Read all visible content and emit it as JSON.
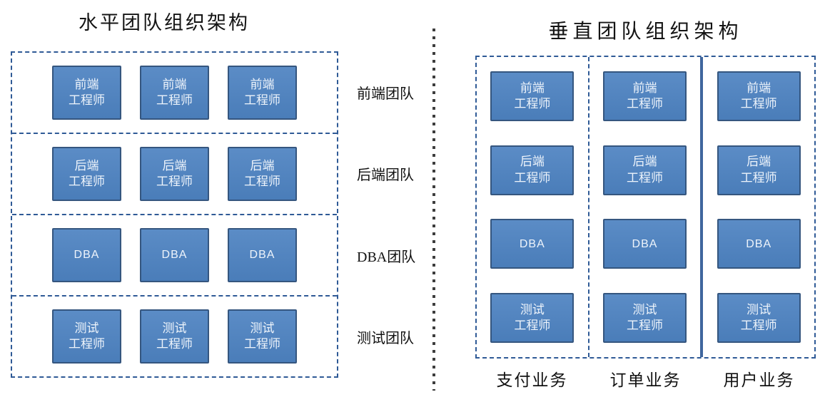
{
  "horizontal": {
    "title": "水平团队组织架构",
    "rows": [
      {
        "team_label": "前端团队",
        "boxes": [
          {
            "line1": "前端",
            "line2": "工程师"
          },
          {
            "line1": "前端",
            "line2": "工程师"
          },
          {
            "line1": "前端",
            "line2": "工程师"
          }
        ]
      },
      {
        "team_label": "后端团队",
        "boxes": [
          {
            "line1": "后端",
            "line2": "工程师"
          },
          {
            "line1": "后端",
            "line2": "工程师"
          },
          {
            "line1": "后端",
            "line2": "工程师"
          }
        ]
      },
      {
        "team_label": "DBA团队",
        "boxes": [
          {
            "line1": "DBA"
          },
          {
            "line1": "DBA"
          },
          {
            "line1": "DBA"
          }
        ]
      },
      {
        "team_label": "测试团队",
        "boxes": [
          {
            "line1": "测试",
            "line2": "工程师"
          },
          {
            "line1": "测试",
            "line2": "工程师"
          },
          {
            "line1": "测试",
            "line2": "工程师"
          }
        ]
      }
    ]
  },
  "vertical": {
    "title": "垂直团队组织架构",
    "columns": [
      {
        "business_label": "支付业务",
        "boxes": [
          {
            "line1": "前端",
            "line2": "工程师"
          },
          {
            "line1": "后端",
            "line2": "工程师"
          },
          {
            "line1": "DBA"
          },
          {
            "line1": "测试",
            "line2": "工程师"
          }
        ]
      },
      {
        "business_label": "订单业务",
        "boxes": [
          {
            "line1": "前端",
            "line2": "工程师"
          },
          {
            "line1": "后端",
            "line2": "工程师"
          },
          {
            "line1": "DBA"
          },
          {
            "line1": "测试",
            "line2": "工程师"
          }
        ]
      },
      {
        "business_label": "用户业务",
        "boxes": [
          {
            "line1": "前端",
            "line2": "工程师"
          },
          {
            "line1": "后端",
            "line2": "工程师"
          },
          {
            "line1": "DBA"
          },
          {
            "line1": "测试",
            "line2": "工程师"
          }
        ]
      }
    ]
  },
  "colors": {
    "box_fill": "#4f81bd",
    "box_border": "#35567f",
    "dashed_border": "#2f5a96",
    "solid_column_divider": "#3f669e",
    "center_divider_dots": "#3d3d3d",
    "box_text": "#eef4fb",
    "label_text": "#111111"
  }
}
